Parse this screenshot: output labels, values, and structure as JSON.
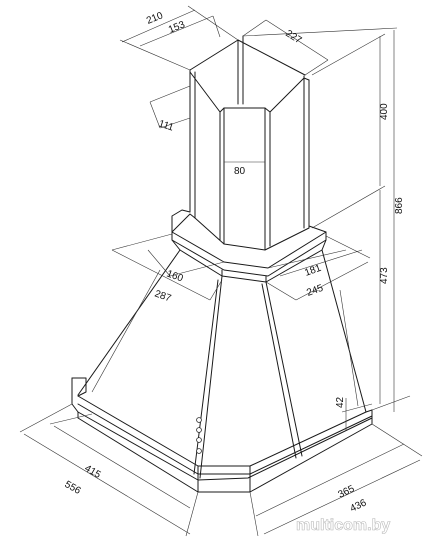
{
  "dimensions": {
    "d210": "210",
    "d153": "153",
    "d227": "227",
    "d111": "111",
    "d400": "400",
    "d80": "80",
    "d866": "866",
    "d473": "473",
    "d160": "160",
    "d181": "181",
    "d287": "287",
    "d245": "245",
    "d42": "42",
    "d415": "415",
    "d556": "556",
    "d365": "365",
    "d436": "436"
  },
  "watermark": "multicom.by",
  "colors": {
    "line": "#1a1a1a",
    "background": "#ffffff"
  }
}
